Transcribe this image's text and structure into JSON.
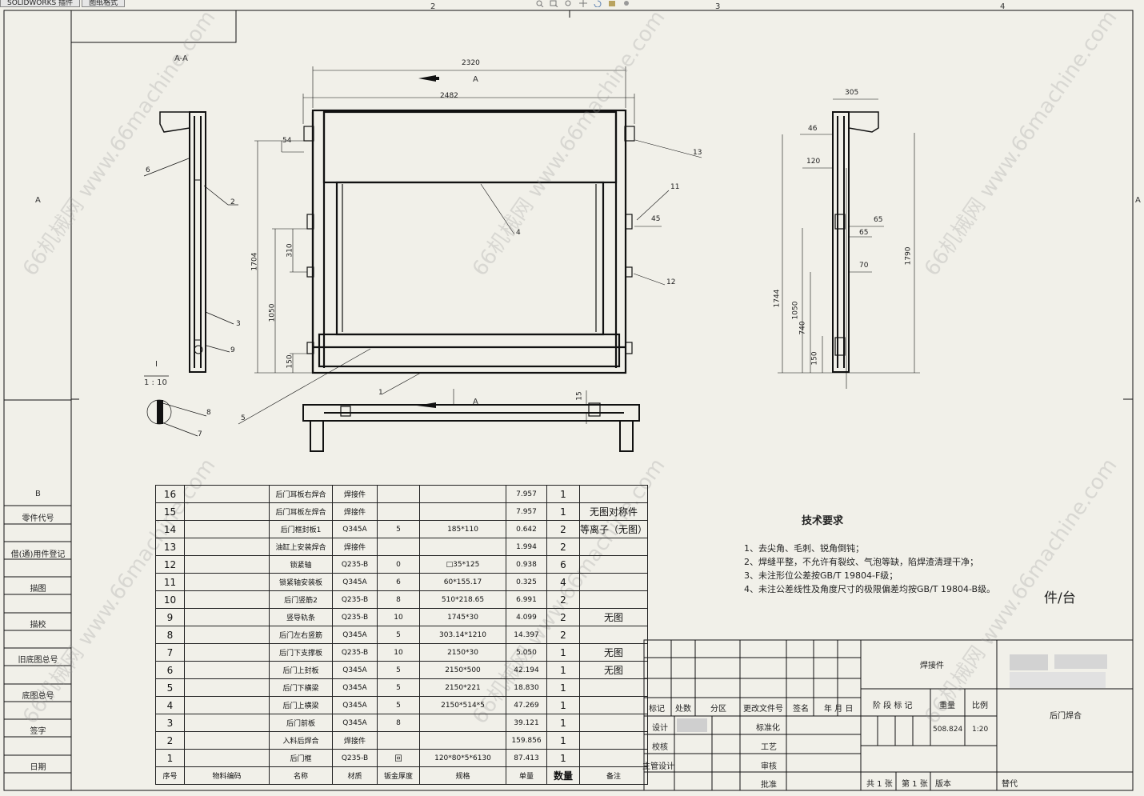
{
  "tabs": [
    "SOLIDWORKS 插件",
    "图纸格式"
  ],
  "toolbar_icons": [
    "zoom-fit-icon",
    "zoom-area-icon",
    "zoom-icon",
    "pan-icon",
    "rotate-icon",
    "view-icon",
    "display-icon"
  ],
  "frame_zone_marks": {
    "top": [
      "2",
      "3",
      "4"
    ],
    "side": [
      "A",
      "B"
    ]
  },
  "views": {
    "section_label": "A-A",
    "detail_label": "I",
    "detail_scale": "1 : 10",
    "section_arrow": "A",
    "dims_front": [
      "2320",
      "2482",
      "54",
      "1704",
      "1050",
      "310",
      "150",
      "45"
    ],
    "dims_side": [
      "305",
      "46",
      "120",
      "65",
      "65",
      "70",
      "1790",
      "1744",
      "1050",
      "740",
      "150"
    ],
    "dims_bottom": [
      "15"
    ]
  },
  "callouts": [
    "13",
    "11",
    "12",
    "4",
    "1",
    "5",
    "6",
    "2",
    "3",
    "9",
    "8",
    "7"
  ],
  "bom": {
    "headers": [
      "序号",
      "物料编码",
      "名称",
      "材质",
      "钣金厚度",
      "规格",
      "单量",
      "数量",
      "备注"
    ],
    "rows": [
      [
        "16",
        "",
        "后门耳板右焊合",
        "焊接件",
        "",
        "",
        "7.957",
        "1",
        ""
      ],
      [
        "15",
        "",
        "后门耳板左焊合",
        "焊接件",
        "",
        "",
        "7.957",
        "1",
        "无图对称件"
      ],
      [
        "14",
        "",
        "后门框封板1",
        "Q345A",
        "5",
        "185*110",
        "0.642",
        "2",
        "等离子（无图）"
      ],
      [
        "13",
        "",
        "油缸上安装焊合",
        "焊接件",
        "",
        "",
        "1.994",
        "2",
        ""
      ],
      [
        "12",
        "",
        "锁紧轴",
        "Q235-B",
        "0",
        "□35*125",
        "0.938",
        "6",
        ""
      ],
      [
        "11",
        "",
        "锁紧轴安装板",
        "Q345A",
        "6",
        "60*155.17",
        "0.325",
        "4",
        ""
      ],
      [
        "10",
        "",
        "后门竖筋2",
        "Q235-B",
        "8",
        "510*218.65",
        "6.991",
        "2",
        ""
      ],
      [
        "9",
        "",
        "竖导轨条",
        "Q235-B",
        "10",
        "1745*30",
        "4.099",
        "2",
        "无图"
      ],
      [
        "8",
        "",
        "后门左右竖筋",
        "Q345A",
        "5",
        "303.14*1210",
        "14.397",
        "2",
        ""
      ],
      [
        "7",
        "",
        "后门下支撑板",
        "Q235-B",
        "10",
        "2150*30",
        "5.050",
        "1",
        "无图"
      ],
      [
        "6",
        "",
        "后门上封板",
        "Q345A",
        "5",
        "2150*500",
        "42.194",
        "1",
        "无图"
      ],
      [
        "5",
        "",
        "后门下横梁",
        "Q345A",
        "5",
        "2150*221",
        "18.830",
        "1",
        ""
      ],
      [
        "4",
        "",
        "后门上横梁",
        "Q345A",
        "5",
        "2150*514*5",
        "47.269",
        "1",
        ""
      ],
      [
        "3",
        "",
        "后门前板",
        "Q345A",
        "8",
        "",
        "39.121",
        "1",
        ""
      ],
      [
        "2",
        "",
        "入料后焊合",
        "焊接件",
        "",
        "",
        "159.856",
        "1",
        ""
      ],
      [
        "1",
        "",
        "后门框",
        "Q235-B",
        "回",
        "120*80*5*6130",
        "87.413",
        "1",
        ""
      ]
    ]
  },
  "left_column": [
    "零件代号",
    "借(通)用件登记",
    "描图",
    "描校",
    "旧底图总号",
    "底图总号",
    "签字",
    "日期"
  ],
  "tech_requirements": {
    "title": "技术要求",
    "lines": [
      "1、去尖角、毛刺、锐角倒钝；",
      "2、焊缝平整，不允许有裂纹、气泡等缺，陷焊渣清理干净；",
      "3、未注形位公差按GB/T 19804-F级；",
      "4、未注公差线性及角度尺寸的极限偏差均按GB/T 19804-B级。"
    ],
    "unit": "件/台"
  },
  "title_block": {
    "type": "焊接件",
    "part_name": "后门焊合",
    "headers": [
      "标记",
      "处数",
      "分区",
      "更改文件号",
      "签名",
      "年 月 日"
    ],
    "stage_label": "阶 段 标 记",
    "weight_label": "重量",
    "scale_label": "比例",
    "weight": "508.824",
    "scale": "1:20",
    "roles_left": [
      "设计",
      "校核",
      "主管设计"
    ],
    "roles_right": [
      "标准化",
      "工艺",
      "审核",
      "批准"
    ],
    "sheets_total": "共 1 张",
    "sheet_no": "第 1 张",
    "version_label": "版本",
    "replace_label": "替代"
  },
  "watermark": "66机械网 www.66machine.com"
}
